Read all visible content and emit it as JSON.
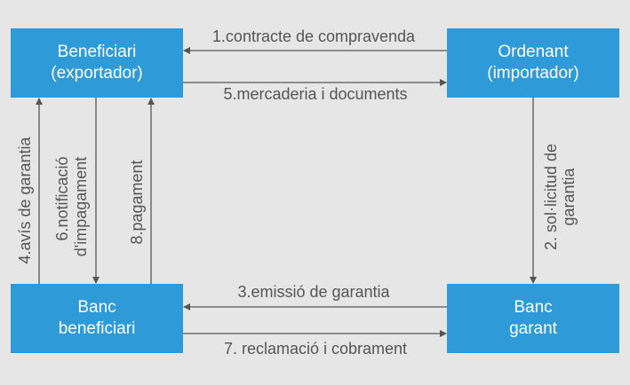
{
  "nodes": {
    "beneficiari": {
      "line1": "Beneficiari",
      "line2": "(exportador)"
    },
    "ordenant": {
      "line1": "Ordenant",
      "line2": "(importador)"
    },
    "banc_beneficiari": {
      "line1": "Banc",
      "line2": "beneficiari"
    },
    "banc_garant": {
      "line1": "Banc",
      "line2": "garant"
    }
  },
  "flows": {
    "f1": "1.contracte de compravenda",
    "f2_line1": "2. sol·licitud de",
    "f2_line2": "garantia",
    "f3": "3.emissió de garantia",
    "f4": "4.avís de garantia",
    "f5": "5.mercaderia i documents",
    "f6_line1": "6.notificació",
    "f6_line2": "d'impagament",
    "f7": "7. reclamació i cobrament",
    "f8": "8.pagament"
  },
  "colors": {
    "box": "#2e9ad8",
    "background": "#e6e6e6",
    "arrow": "#555555"
  }
}
